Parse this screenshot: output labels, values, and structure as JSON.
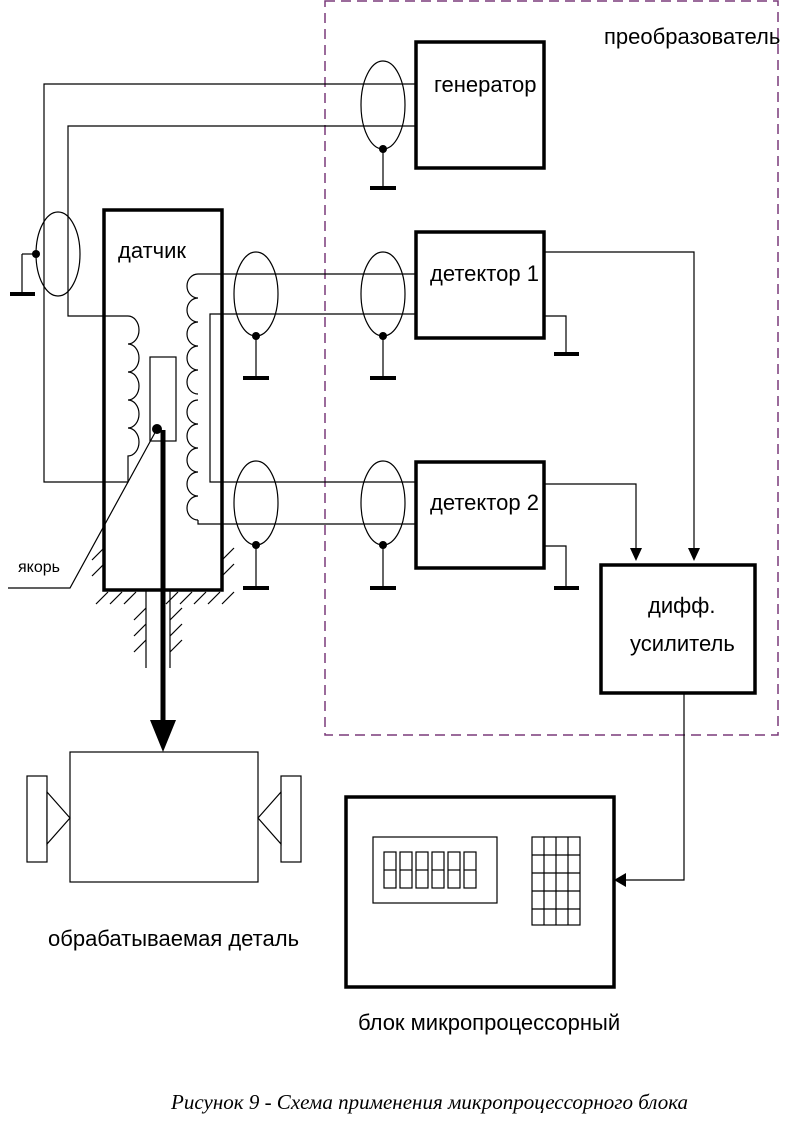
{
  "labels": {
    "converter": "преобразователь",
    "generator": "генератор",
    "sensor": "датчик",
    "detector1": "детектор 1",
    "detector2": "детектор 2",
    "amplifier_line1": "дифф.",
    "amplifier_line2": "усилитель",
    "armature": "якорь",
    "workpiece": "обрабатываемая деталь",
    "micro_block": "блок микропроцессорный"
  },
  "caption": "Рисунок 9 - Схема применения микропроцессорного блока"
}
